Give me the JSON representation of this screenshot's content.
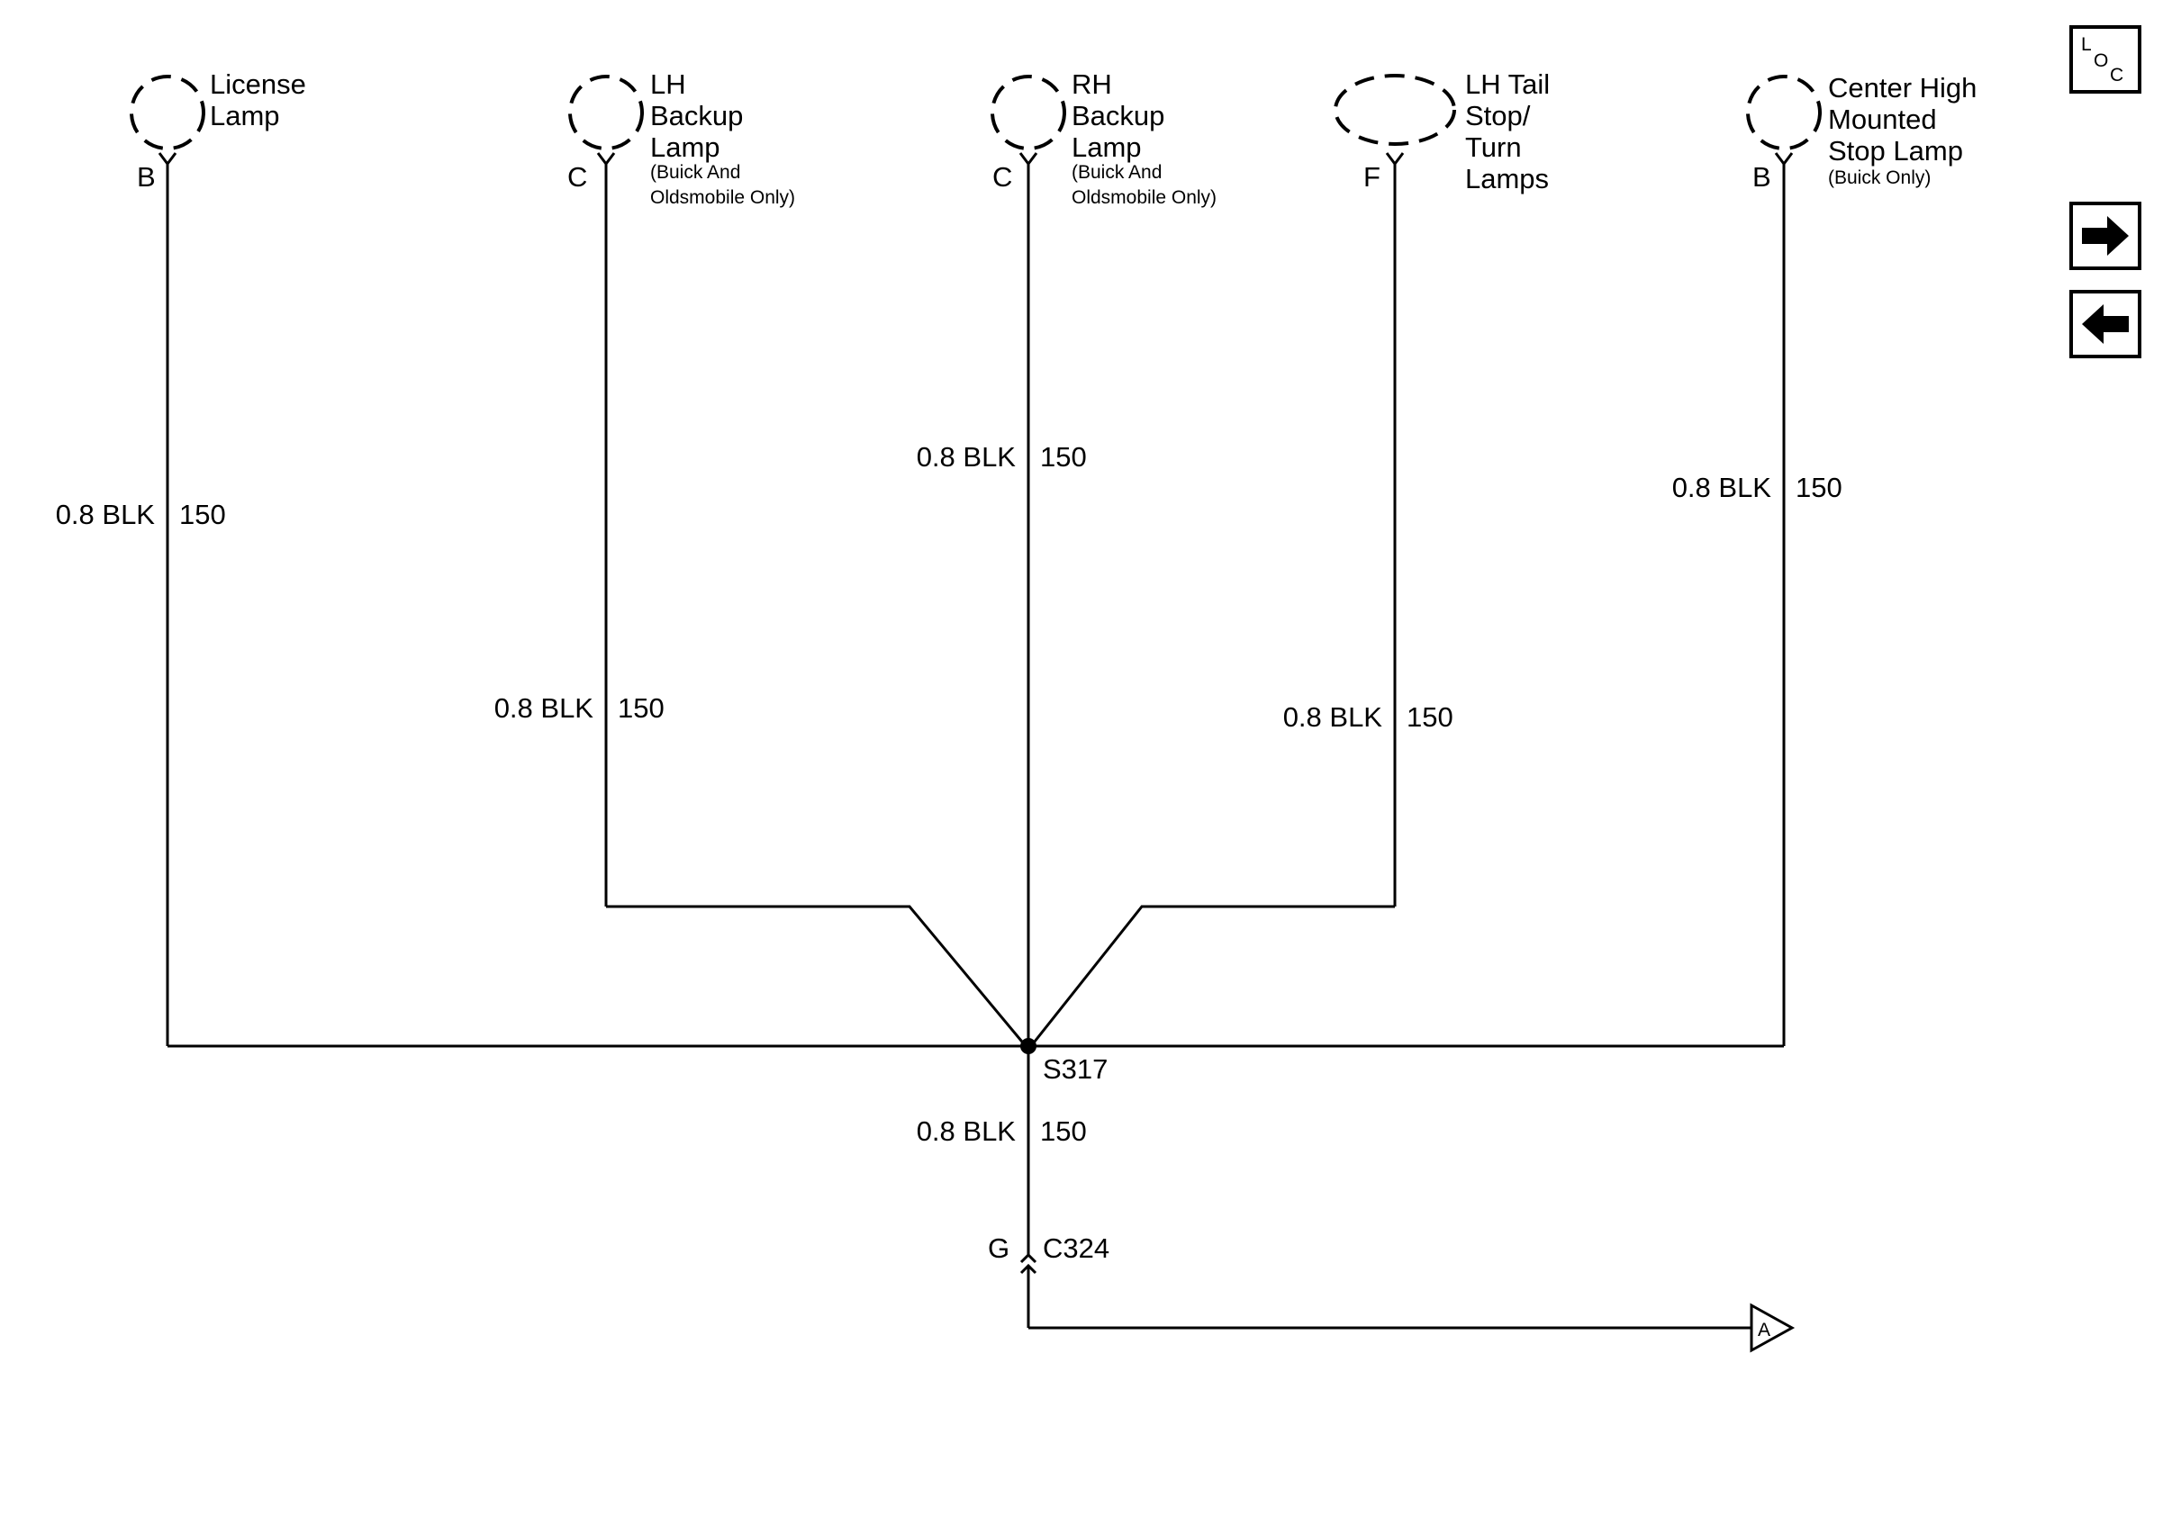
{
  "components": [
    {
      "id": "license",
      "name_lines": [
        "License",
        "Lamp"
      ],
      "note_lines": [],
      "pin": "B"
    },
    {
      "id": "lh-backup",
      "name_lines": [
        "LH",
        "Backup",
        "Lamp"
      ],
      "note_lines": [
        "(Buick And",
        "Oldsmobile Only)"
      ],
      "pin": "C"
    },
    {
      "id": "rh-backup",
      "name_lines": [
        "RH",
        "Backup",
        "Lamp"
      ],
      "note_lines": [
        "(Buick And",
        "Oldsmobile Only)"
      ],
      "pin": "C"
    },
    {
      "id": "lh-tail",
      "name_lines": [
        "LH Tail",
        "Stop/",
        "Turn",
        "Lamps"
      ],
      "note_lines": [],
      "pin": "F"
    },
    {
      "id": "chmsl",
      "name_lines": [
        "Center High",
        "Mounted",
        "Stop Lamp"
      ],
      "note_lines": [
        "(Buick Only)"
      ],
      "pin": "B"
    }
  ],
  "wires": [
    {
      "id": "license",
      "gauge_color": "0.8 BLK",
      "circuit": "150"
    },
    {
      "id": "lh-backup",
      "gauge_color": "0.8 BLK",
      "circuit": "150"
    },
    {
      "id": "rh-backup",
      "gauge_color": "0.8 BLK",
      "circuit": "150"
    },
    {
      "id": "lh-tail",
      "gauge_color": "0.8 BLK",
      "circuit": "150"
    },
    {
      "id": "chmsl",
      "gauge_color": "0.8 BLK",
      "circuit": "150"
    },
    {
      "id": "splice-out",
      "gauge_color": "0.8 BLK",
      "circuit": "150"
    }
  ],
  "splice": {
    "label": "S317"
  },
  "connector": {
    "label": "C324",
    "pin": "G"
  },
  "offpage": {
    "label": "A"
  },
  "nav": {
    "loc_letters": [
      "L",
      "O",
      "C"
    ],
    "next_icon": "arrow-right-icon",
    "prev_icon": "arrow-left-icon"
  }
}
